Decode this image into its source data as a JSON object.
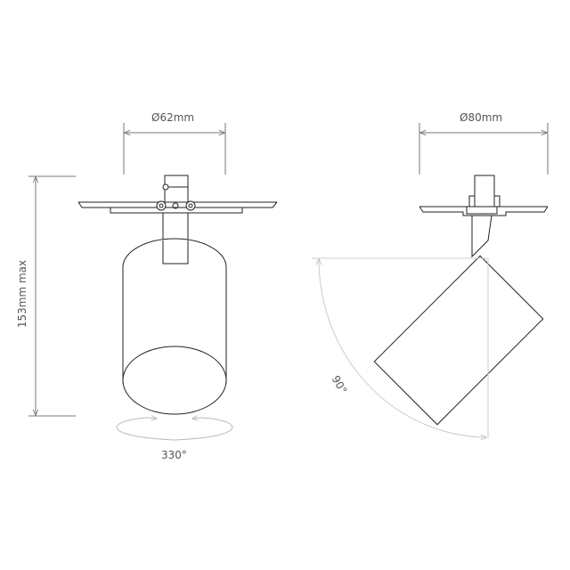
{
  "labels": {
    "front_diameter": "Ø62mm",
    "side_diameter": "Ø80mm",
    "height": "153mm max",
    "rotation": "330°",
    "tilt": "90°"
  },
  "colors": {
    "line": "#222222",
    "dimension": "#777777",
    "arc": "#cccccc",
    "text": "#555555"
  }
}
